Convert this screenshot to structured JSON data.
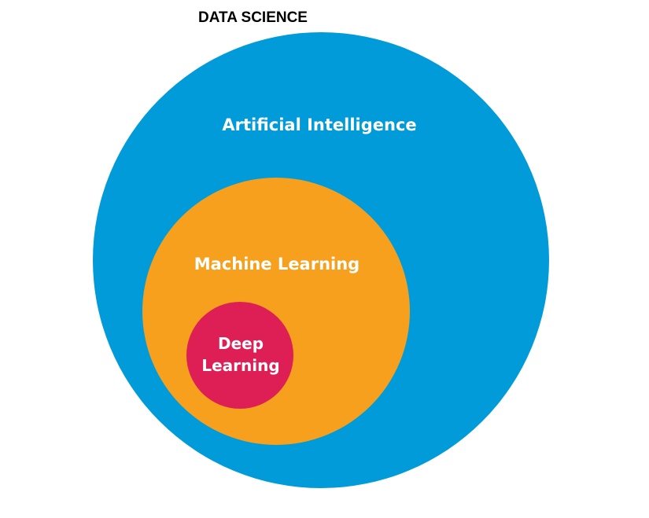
{
  "title": "DATA SCIENCE",
  "diagram": {
    "outer": {
      "label": "Artificial Intelligence",
      "color": "#009bd8"
    },
    "middle": {
      "label": "Machine Learning",
      "color": "#f7a01e"
    },
    "inner": {
      "label_line1": "Deep",
      "label_line2": "Learning",
      "color": "#de1f55"
    }
  }
}
